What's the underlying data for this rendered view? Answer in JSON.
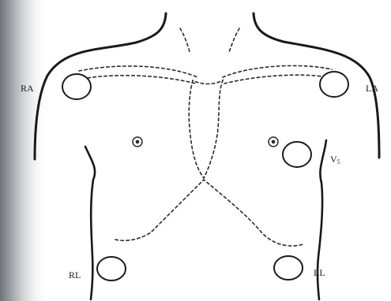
{
  "diagram": {
    "labels": {
      "ra": "RA",
      "la": "LA",
      "v5_main": "V",
      "v5_sub": "5",
      "rl": "RL",
      "ll": "LL"
    }
  }
}
